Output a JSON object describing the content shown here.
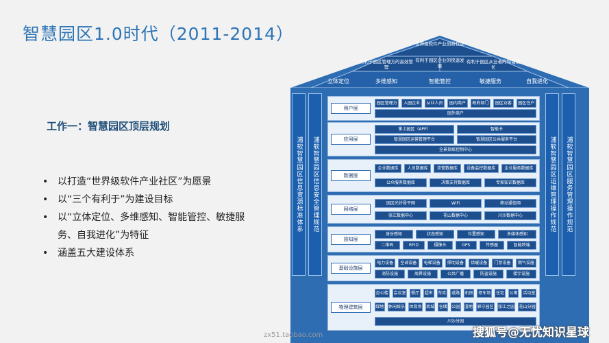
{
  "slide": {
    "title": "智慧园区1.0时代（2011-2014）",
    "subtitle": "工作一：智慧园区顶层规划",
    "bullets": [
      "以打造“世界级软件产业社区”为愿景",
      "以“三个有利于”为建设目标",
      "以“立体定位、多维感知、智能管控、敏捷服",
      "务、自我进化”为特征",
      "涵盖五大建设体系"
    ],
    "bullet_marks": [
      "•",
      "•",
      "•",
      "",
      "•"
    ]
  },
  "diagram": {
    "roof_top": "世界级软件产业创新社区",
    "roof_mid": "有利于园区企业的快速发展",
    "roof_left": "有利于园区管理方的高效管理",
    "roof_right": "有利于园区从业者的和谐成长",
    "features": [
      "立体定位",
      "多维感知",
      "智能管控",
      "敏捷服务",
      "自我进化"
    ],
    "pillars": [
      "浦软智慧园区信息资源标准体系",
      "浦软智慧园区信息安全管理规范",
      "浦软智慧园区运维管理操作规范",
      "浦软智慧园区服务管理操作规范"
    ],
    "layers": [
      {
        "label": "用户层",
        "cells": [
          "园区管理方",
          "入园企业",
          "从业人员",
          "园内商户",
          "政府部门",
          "园区访客",
          "园区住户",
          "园外商户"
        ]
      },
      {
        "label": "应用层",
        "cells": [
          "掌上园区（APP）",
          "智能卡",
          "智慧园区运营管理平台",
          "智慧园区公共服务平台",
          "全景指挥控制中心"
        ]
      },
      {
        "label": "数据层",
        "cells": [
          "企业数据库",
          "人员数据库",
          "流管数据库",
          "设备监控数据库",
          "企业服务数据库",
          "公众服务数据库",
          "决策支持数据库",
          "专家知识数据库"
        ]
      },
      {
        "label": "网络层",
        "cells": [
          "园区光纤骨干网",
          "WiFi",
          "移动通信网",
          "张江数据中心",
          "花山数据中心",
          "川沙数据中心"
        ]
      },
      {
        "label": "感知层",
        "cells": [
          "身份感知",
          "状态感知",
          "位置感知",
          "多媒体感知",
          "二维码",
          "RFID",
          "摄像头",
          "GPS",
          "传感器",
          "智能终端"
        ]
      },
      {
        "label": "基础设施层",
        "cells": [
          "电力设备",
          "空调设备",
          "电梯设备",
          "照明设备",
          "供暖设备",
          "门禁设备",
          "燃气设施",
          "消防设施",
          "周界设施",
          "公共广播",
          "防盗设施",
          "楼宇设施"
        ]
      },
      {
        "label": "物理建筑层",
        "cells": [
          "办公楼",
          "会议室",
          "餐厅",
          "超市",
          "车库",
          "道路",
          "机房",
          "停车场",
          "住宅",
          "公寓",
          "活动室",
          "绿地",
          "休闲娱乐",
          "体育场",
          "商城",
          "仓储",
          "公园",
          "湿地",
          "郭守园区",
          "张江之园",
          "花山分园",
          "川沙分园"
        ]
      }
    ]
  },
  "watermark": {
    "url": "zx51.taobao.com",
    "brand": "搜狐号@无忧知识星球"
  },
  "colors": {
    "title": "#2e75b6",
    "diagram_blue": "#2f6db3",
    "cell_blue": "#1d4f8f"
  }
}
